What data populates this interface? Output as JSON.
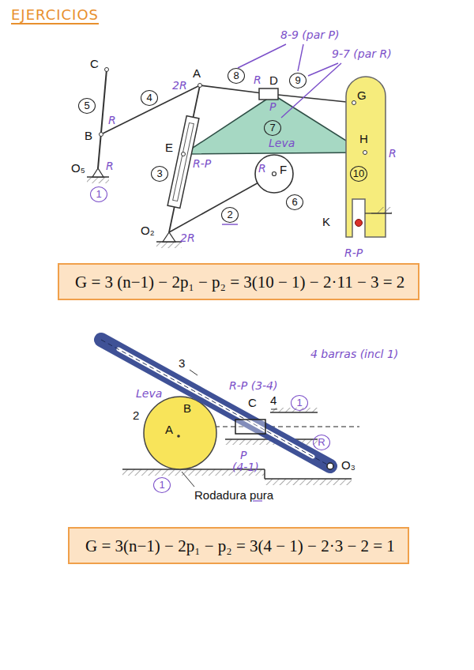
{
  "diagram": {
    "title": "EJERCICIOS",
    "nodes": [
      {
        "text": [
          "G = 3 (n−1) − 2p₁ − p₂ = 3(10 − 1) − 2·11 − 3 = 2"
        ]
      },
      {
        "text": [
          "G = 3(n−1) − 2p₁ − p₂ = 3(4 − 1) − 2·3 − 2 = 1"
        ]
      }
    ],
    "labels": [
      "C",
      "A",
      "2R",
      "8",
      "R",
      "D",
      "9",
      "8-9 (par P)",
      "9-7 (par R)",
      "5",
      "4",
      "R",
      "B",
      "P",
      "G",
      "E",
      "7",
      "Leva",
      "R-P",
      "H",
      "R",
      "O₅",
      "R",
      "1",
      "F",
      "R",
      "3",
      "6",
      "2",
      "10",
      "K",
      "O₂",
      "2R",
      "R-P",
      "3",
      "4 barras (incl 1)",
      "Leva",
      "2",
      "B",
      "A",
      "R-P (3-4)",
      "C",
      "4",
      "1",
      "P",
      "(4-1)",
      "R",
      "O₃",
      "1",
      "Rodadura pura"
    ]
  }
}
